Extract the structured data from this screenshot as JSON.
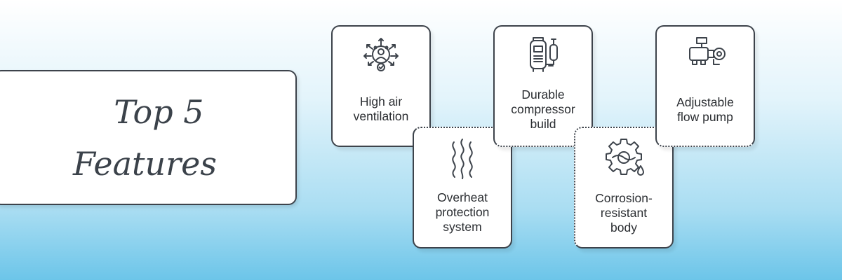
{
  "title": {
    "line1": "Top 5",
    "line2": "Features"
  },
  "features": [
    {
      "label": "High air\nventilation",
      "icon": "ventilation-person-icon"
    },
    {
      "label": "Overheat\nprotection\nsystem",
      "icon": "heat-waves-icon"
    },
    {
      "label": "Durable\ncompressor\nbuild",
      "icon": "compressor-tank-icon"
    },
    {
      "label": "Corrosion-\nresistant\nbody",
      "icon": "gear-droplet-icon"
    },
    {
      "label": "Adjustable\nflow pump",
      "icon": "pump-icon"
    }
  ],
  "colors": {
    "outline": "#3d434b",
    "gradient_top": "#ffffff",
    "gradient_bottom": "#6cc5e9"
  }
}
